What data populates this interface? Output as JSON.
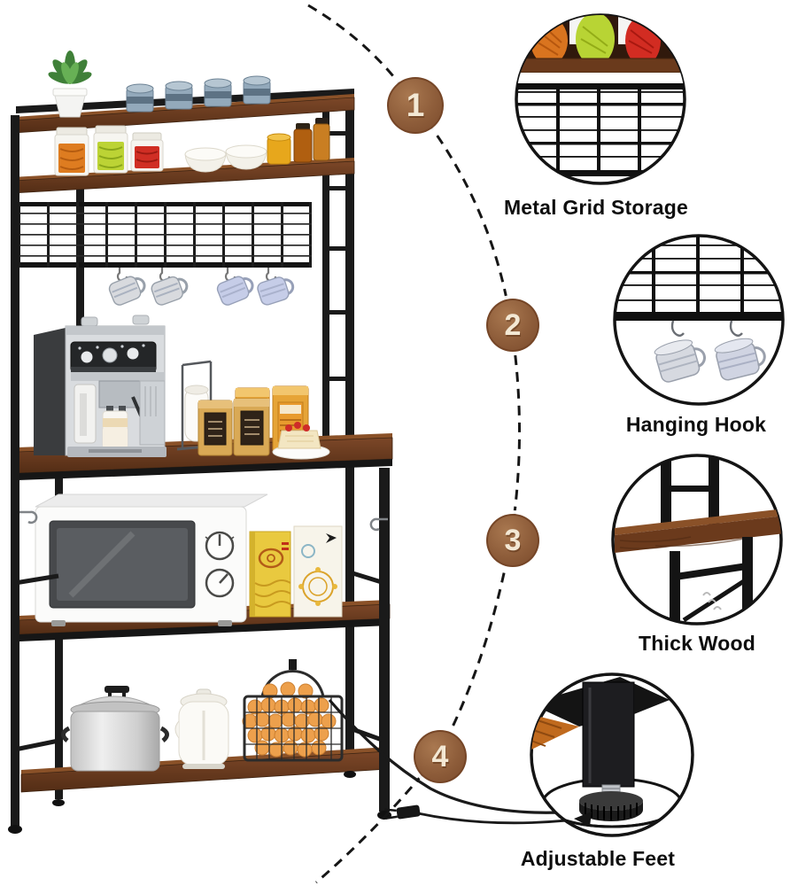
{
  "callouts": [
    {
      "number": "1",
      "label": "Metal Grid Storage",
      "icon": "metal-grid-storage-icon"
    },
    {
      "number": "2",
      "label": "Hanging Hook",
      "icon": "hanging-hook-icon"
    },
    {
      "number": "3",
      "label": "Thick Wood",
      "icon": "thick-wood-icon"
    },
    {
      "number": "4",
      "label": "Adjustable Feet",
      "icon": "adjustable-feet-icon"
    }
  ],
  "colors": {
    "badge_brown": "#8e5d3a",
    "badge_text": "#f3e8d4",
    "frame_black": "#1a1a1a",
    "wood_brown": "#6b3a1c",
    "wood_light": "#8a5128",
    "label_text": "#0e0e0e",
    "background": "#ffffff"
  }
}
